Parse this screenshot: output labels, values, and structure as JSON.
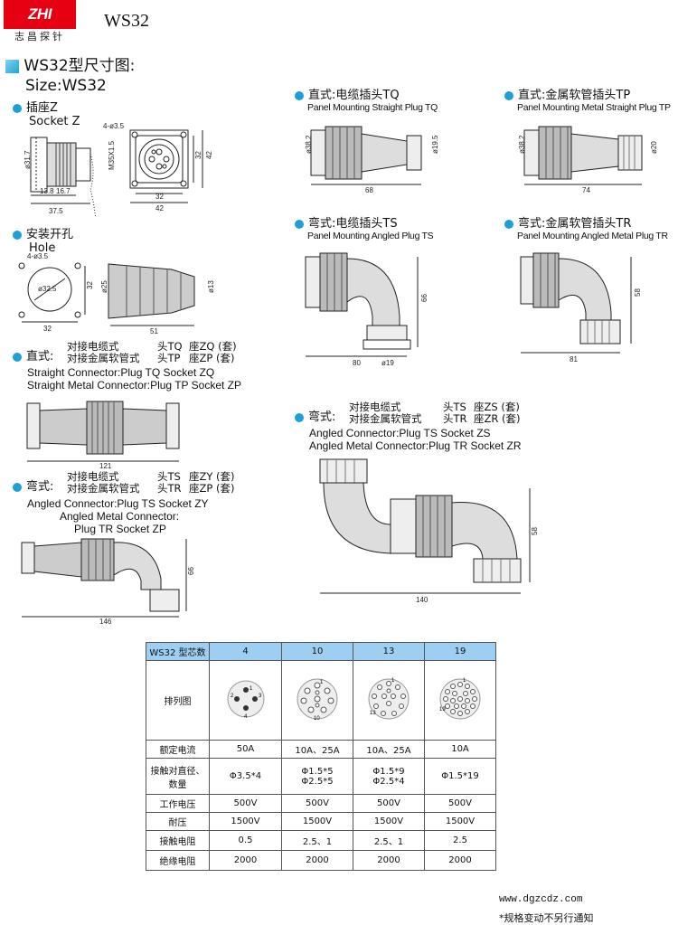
{
  "header": {
    "logo_text": "ZHI CHANG",
    "logo_cn": "志昌探针",
    "model": "WS32"
  },
  "title": {
    "cn": "WS32型尺寸图:",
    "en": "Size:WS32"
  },
  "socket_z": {
    "cn": "插座Z",
    "en": "Socket Z",
    "dims": {
      "d317": "ø31.7",
      "screw": "4-ø3.5",
      "m": "M35X1.5",
      "d138": "13.8",
      "d167": "16.7",
      "d375": "37.5",
      "d32a": "32",
      "d42a": "42",
      "d32b": "32",
      "d42b": "42"
    }
  },
  "hole": {
    "cn": "安装开孔",
    "en": "Hole",
    "dims": {
      "screw": "4-ø3.5",
      "d325": "ø32.5",
      "d32v": "32",
      "d32h": "32",
      "d25": "ø25",
      "d13": "ø13",
      "d51": "51"
    }
  },
  "tq": {
    "cn": "直式:电缆插头TQ",
    "en": "Panel Mounting Straight Plug TQ",
    "dims": {
      "d382": "ø38.2",
      "d195": "ø19.5",
      "d68": "68"
    }
  },
  "tp": {
    "cn": "直式:金属软管插头TP",
    "en": "Panel Mounting Metal Straight Plug TP",
    "dims": {
      "d382": "ø38.2",
      "d20": "ø20",
      "d74": "74"
    }
  },
  "ts": {
    "cn": "弯式:电缆插头TS",
    "en": "Panel Mounting Angled Plug TS",
    "dims": {
      "d66": "66",
      "d80": "80",
      "d19": "ø19"
    }
  },
  "tr": {
    "cn": "弯式:金属软管插头TR",
    "en": "Panel Mounting Angled Metal Plug TR",
    "dims": {
      "d58": "58",
      "d81": "81"
    }
  },
  "straight_conn": {
    "label": "直式:",
    "l1a": "对接电缆式",
    "l1b": "头TQ",
    "l1c": "座ZQ (套)",
    "l2a": "对接金属软管式",
    "l2b": "头TP",
    "l2c": "座ZP (套)",
    "en1": "Straight Connector:Plug TQ Socket ZQ",
    "en2": "Straight Metal Connector:Plug TP Socket ZP",
    "dim": "121"
  },
  "angled_zs": {
    "label": "弯式:",
    "l1a": "对接电缆式",
    "l1b": "头TS",
    "l1c": "座ZS (套)",
    "l2a": "对接金属软管式",
    "l2b": "头TR",
    "l2c": "座ZR (套)",
    "en1": "Angled Connector:Plug TS Socket ZS",
    "en2": "Angled Metal Connector:Plug TR Socket ZR",
    "d58": "58",
    "d140": "140"
  },
  "angled_zy": {
    "label": "弯式:",
    "l1a": "对接电缆式",
    "l1b": "头TS",
    "l1c": "座ZY (套)",
    "l2a": "对接金属软管式",
    "l2b": "头TR",
    "l2c": "座ZP (套)",
    "en1": "Angled Connector:Plug TS Socket ZY",
    "en2": "Angled Metal Connector:",
    "en3": "Plug TR Socket ZP",
    "d66": "66",
    "d146": "146"
  },
  "table": {
    "header": [
      "WS32 型芯数",
      "4",
      "10",
      "13",
      "19"
    ],
    "rows": [
      {
        "label": "排列图",
        "cells": [
          "",
          "",
          "",
          ""
        ]
      },
      {
        "label": "额定电流",
        "cells": [
          "50A",
          "10A、25A",
          "10A、25A",
          "10A"
        ]
      },
      {
        "label": "接触对直径、数量",
        "cells": [
          [
            "Φ3.5*4"
          ],
          [
            "Φ1.5*5",
            "Φ2.5*5"
          ],
          [
            "Φ1.5*9",
            "Φ2.5*4"
          ],
          [
            "Φ1.5*19"
          ]
        ]
      },
      {
        "label": "工作电压",
        "cells": [
          "500V",
          "500V",
          "500V",
          "500V"
        ]
      },
      {
        "label": "耐压",
        "cells": [
          "1500V",
          "1500V",
          "1500V",
          "1500V"
        ]
      },
      {
        "label": "接触电阻",
        "cells": [
          "0.5",
          "2.5、1",
          "2.5、1",
          "2.5"
        ]
      },
      {
        "label": "绝缘电阻",
        "cells": [
          "2000",
          "2000",
          "2000",
          "2000"
        ]
      }
    ],
    "pin_labels": {
      "p4": [
        "1",
        "2",
        "3",
        "4"
      ],
      "p10": [
        "1",
        "10"
      ],
      "p13": [
        "1",
        "13"
      ],
      "p19": [
        "1",
        "19"
      ]
    }
  },
  "footer": {
    "url": "www.dgzcdz.com",
    "note": "*规格变动不另行通知"
  }
}
